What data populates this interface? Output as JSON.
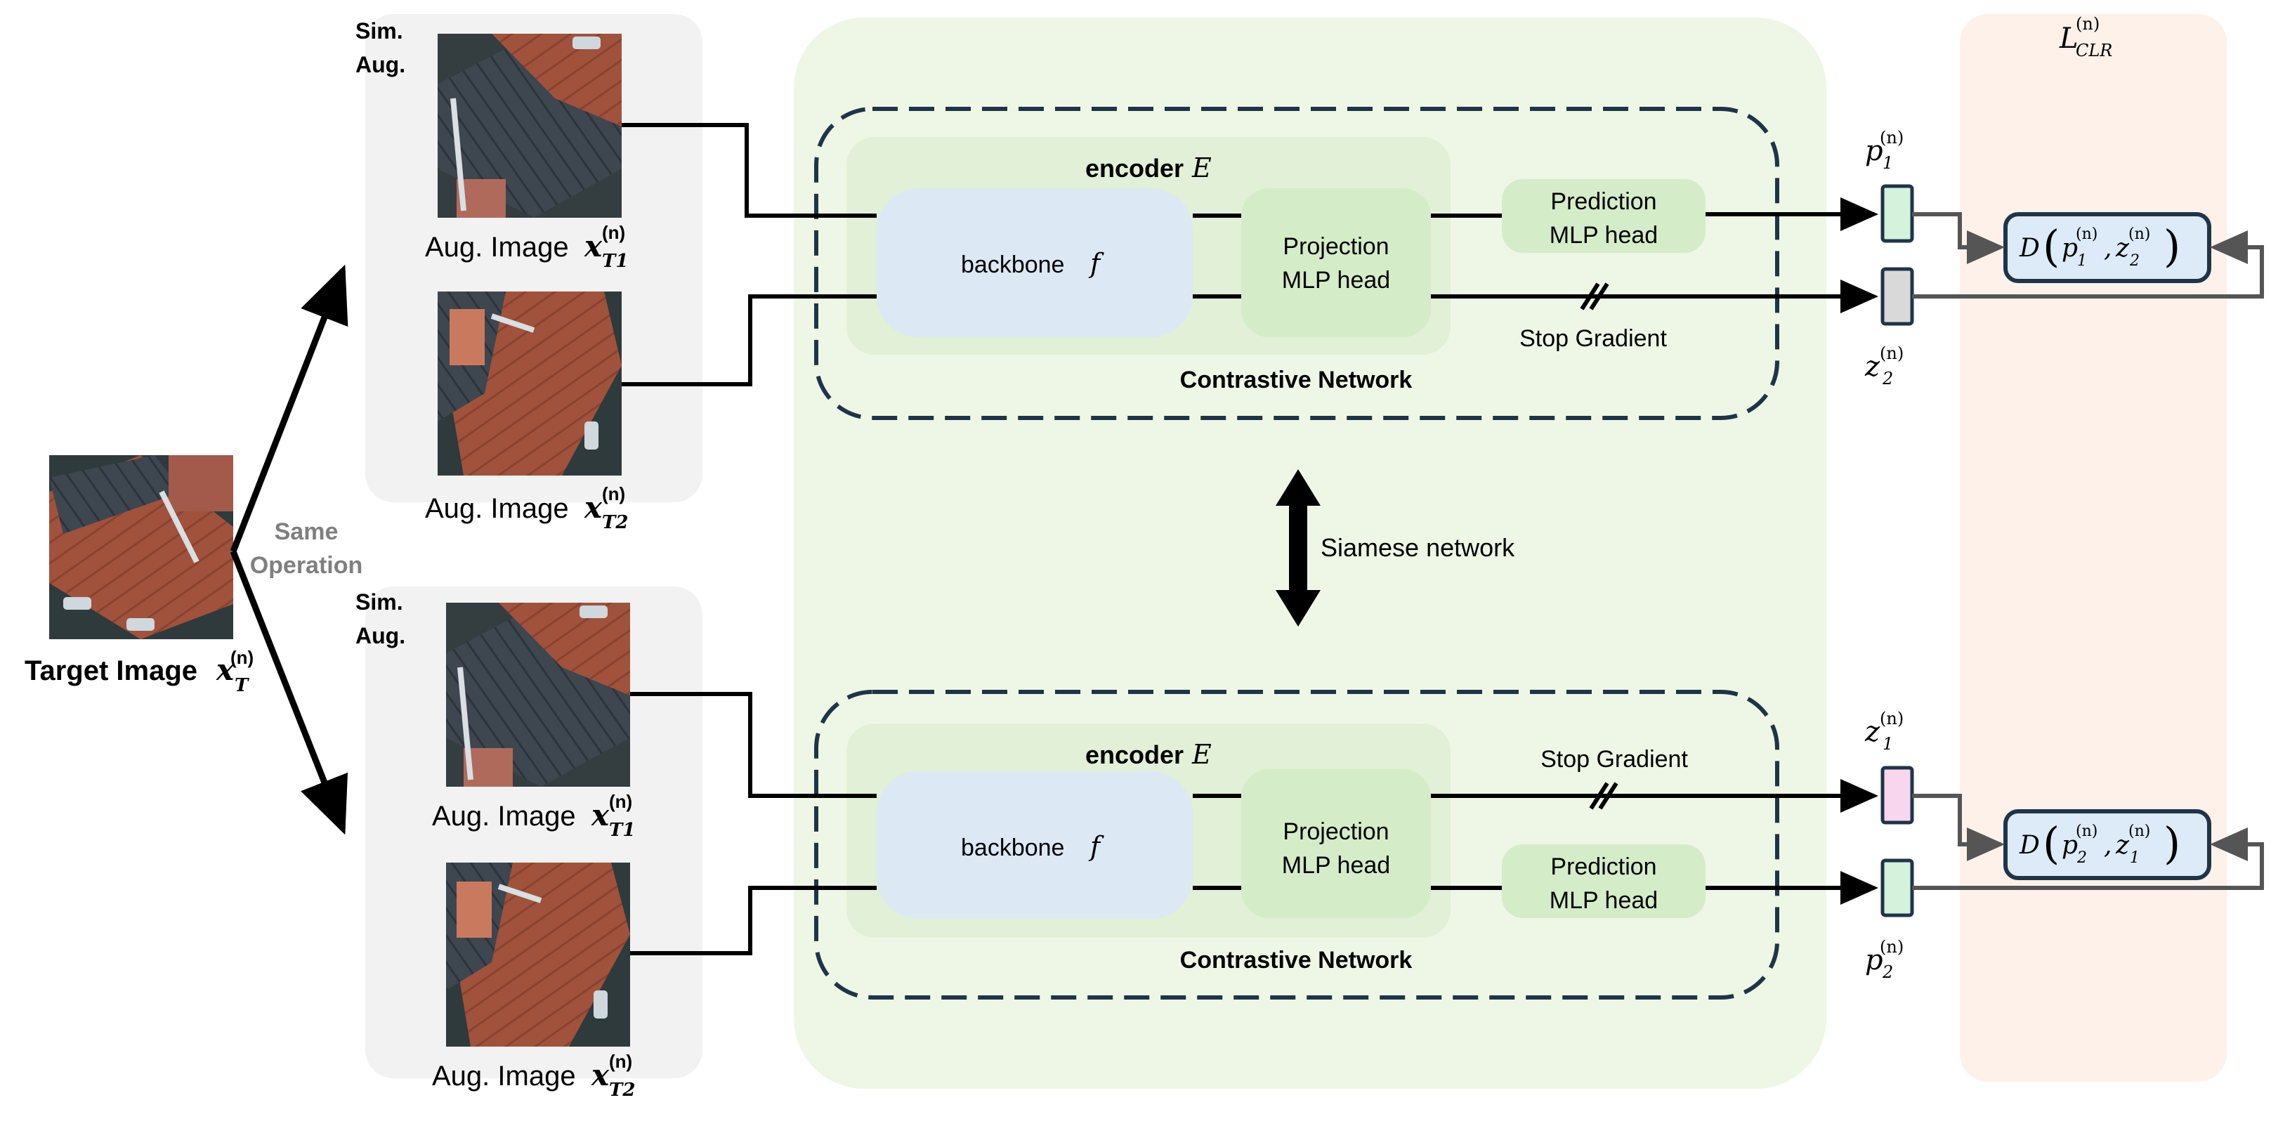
{
  "target": {
    "label": "Target Image",
    "symbol": "x",
    "sub": "T",
    "sup": "(n)"
  },
  "same_operation": [
    "Same",
    "Operation"
  ],
  "sim_aug": [
    "Sim.",
    "Aug."
  ],
  "aug_images": [
    {
      "label": "Aug. Image",
      "symbol": "x",
      "sub": "T1",
      "sup": "(n)"
    },
    {
      "label": "Aug. Image",
      "symbol": "x",
      "sub": "T2",
      "sup": "(n)"
    },
    {
      "label": "Aug. Image",
      "symbol": "x",
      "sub": "T1",
      "sup": "(n)"
    },
    {
      "label": "Aug. Image",
      "symbol": "x",
      "sub": "T2",
      "sup": "(n)"
    }
  ],
  "encoder": {
    "label": "encoder",
    "symbol": "E"
  },
  "backbone": {
    "label": "backbone",
    "symbol": "f"
  },
  "projection": [
    "Projection",
    "MLP head"
  ],
  "prediction": [
    "Prediction",
    "MLP head"
  ],
  "stop_gradient": "Stop Gradient",
  "contrastive_network": "Contrastive Network",
  "siamese_network": "Siamese network",
  "loss": {
    "symbol": "L",
    "sup": "(n)",
    "sub": "CLR"
  },
  "vectors": {
    "p1": {
      "symbol": "p",
      "sub": "1",
      "sup": "(n)"
    },
    "z2": {
      "symbol": "z",
      "sub": "2",
      "sup": "(n)"
    },
    "z1": {
      "symbol": "z",
      "sub": "1",
      "sup": "(n)"
    },
    "p2": {
      "symbol": "p",
      "sub": "2",
      "sup": "(n)"
    }
  },
  "distance": [
    {
      "fn": "D",
      "a": "p",
      "a_sub": "1",
      "b": "z",
      "b_sub": "2",
      "sup": "(n)"
    },
    {
      "fn": "D",
      "a": "p",
      "a_sub": "2",
      "b": "z",
      "b_sub": "1",
      "sup": "(n)"
    }
  ],
  "colors": {
    "network_bg": "#eef7e6",
    "encoder_bg": "#e1f0d6",
    "backbone": "#dce8f4",
    "mlp": "#d5ecc8",
    "loss_bg": "#fdf1ea",
    "aug_bg": "#f2f2f2",
    "p_vec": "#d4f2dc",
    "z2_vec": "#d9d9d9",
    "z1_vec": "#f7d6ee",
    "dist_box": "#dcebf7",
    "outline": "#1f3449"
  }
}
